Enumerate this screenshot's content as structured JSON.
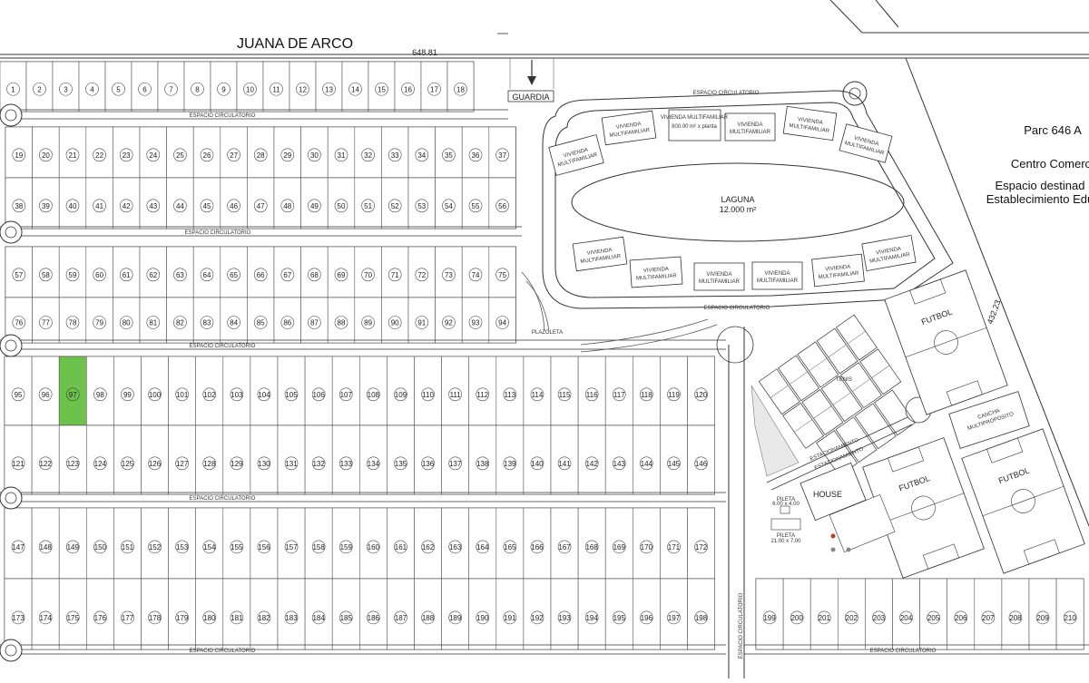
{
  "streets": {
    "top": "JUANA DE ARCO",
    "top_measure": "648.81",
    "right_measure": "432.23",
    "circulation": "ESPACIO CIRCULATORIO",
    "parking": "ESTACIONAMIENTO",
    "guard": "GUARDIA"
  },
  "amenities": {
    "lagoon_name": "LAGUNA",
    "lagoon_area": "12.000 m²",
    "multifamily": "VIVIENDA MULTIFAMILIAR",
    "multifamily_big_line1": "VIVIENDA MULTIFAMILIAR",
    "multifamily_big_line2": "800.00 m² x planta",
    "plazoleta": "PLAZOLETA",
    "tennis": "TENIS",
    "football": "FUTBOL",
    "court_line1": "CANCHA",
    "court_line2": "MULTIPROPOSITO",
    "house": "HOUSE",
    "pool_small": "PILETA",
    "pool_small_size": "6.00 x 4.00",
    "pool_big": "PILETA",
    "pool_big_size": "21.00 x 7.00"
  },
  "side_panel": {
    "parcel": "Parc 646 A",
    "commercial": "Centro Comerc",
    "destined": "Espacio destinad",
    "educational": "Establecimiento Edu"
  },
  "lots": {
    "highlighted": 97,
    "highlight_color": "#6cc24a",
    "ranges": [
      {
        "row": "row-1",
        "first": 1,
        "last": 18
      },
      {
        "row": "row-2",
        "first": 19,
        "last": 37
      },
      {
        "row": "row-3",
        "first": 38,
        "last": 56
      },
      {
        "row": "row-4",
        "first": 57,
        "last": 75
      },
      {
        "row": "row-5",
        "first": 76,
        "last": 94
      },
      {
        "row": "row-6",
        "first": 95,
        "last": 120
      },
      {
        "row": "row-7",
        "first": 121,
        "last": 146
      },
      {
        "row": "row-8",
        "first": 147,
        "last": 172
      },
      {
        "row": "row-9",
        "first": 173,
        "last": 198
      },
      {
        "row": "row-10",
        "first": 199,
        "last": 210
      }
    ]
  },
  "colors": {
    "line": "#333333",
    "light_line": "#888888",
    "highlight": "#6cc24a"
  }
}
